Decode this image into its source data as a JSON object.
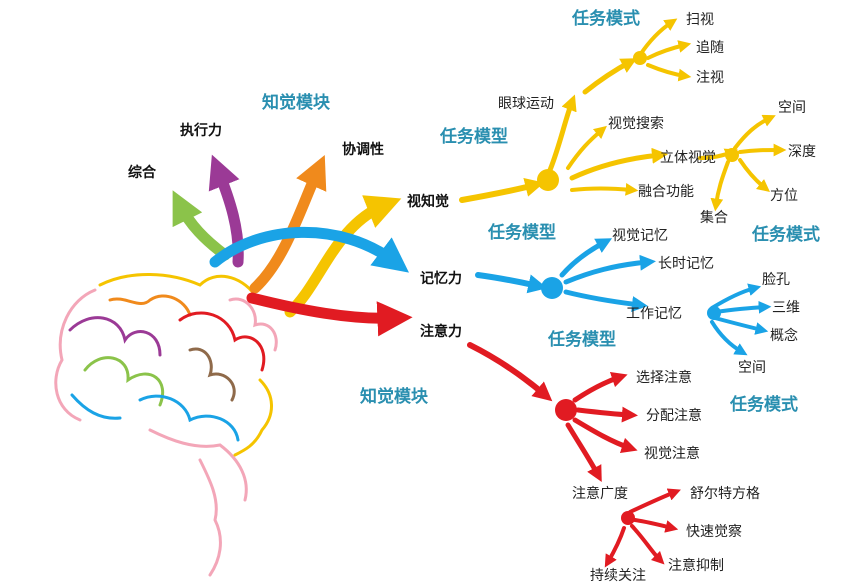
{
  "colors": {
    "heading": "#2a8fb0",
    "yellow": "#f5c400",
    "blue": "#1aa3e6",
    "red": "#e11b22",
    "green": "#8bc34a",
    "purple": "#9b3a96",
    "orange": "#f08a1c"
  },
  "headings": {
    "perception_top": "知觉模块",
    "perception_bottom": "知觉模块",
    "task_mode_top": "任务模式",
    "task_model_vision": "任务模型",
    "task_model_memory": "任务模型",
    "task_mode_depth": "任务模式",
    "task_model_working": "任务模型",
    "task_mode_attention": "任务模式"
  },
  "branches": {
    "synthesis": "综合",
    "execution": "执行力",
    "coordination": "协调性",
    "vision": "视知觉",
    "memory": "记忆力",
    "attention": "注意力"
  },
  "vision": {
    "eye_movement": "眼球运动",
    "eye_items": [
      "扫视",
      "追随",
      "注视"
    ],
    "visual_search": "视觉搜索",
    "stereo": "立体视觉",
    "stereo_items": [
      "空间",
      "深度",
      "方位"
    ],
    "fusion": "融合功能",
    "integration": "集合"
  },
  "memory": {
    "visual_memory": "视觉记忆",
    "long_term": "长时记忆",
    "working": "工作记忆",
    "working_items": [
      "脸孔",
      "三维",
      "概念",
      "空间"
    ]
  },
  "attention": {
    "items": [
      "选择注意",
      "分配注意",
      "视觉注意"
    ],
    "span": "注意广度",
    "span_items": [
      "舒尔特方格",
      "快速觉察",
      "注意抑制"
    ],
    "sustained": "持续关注"
  }
}
